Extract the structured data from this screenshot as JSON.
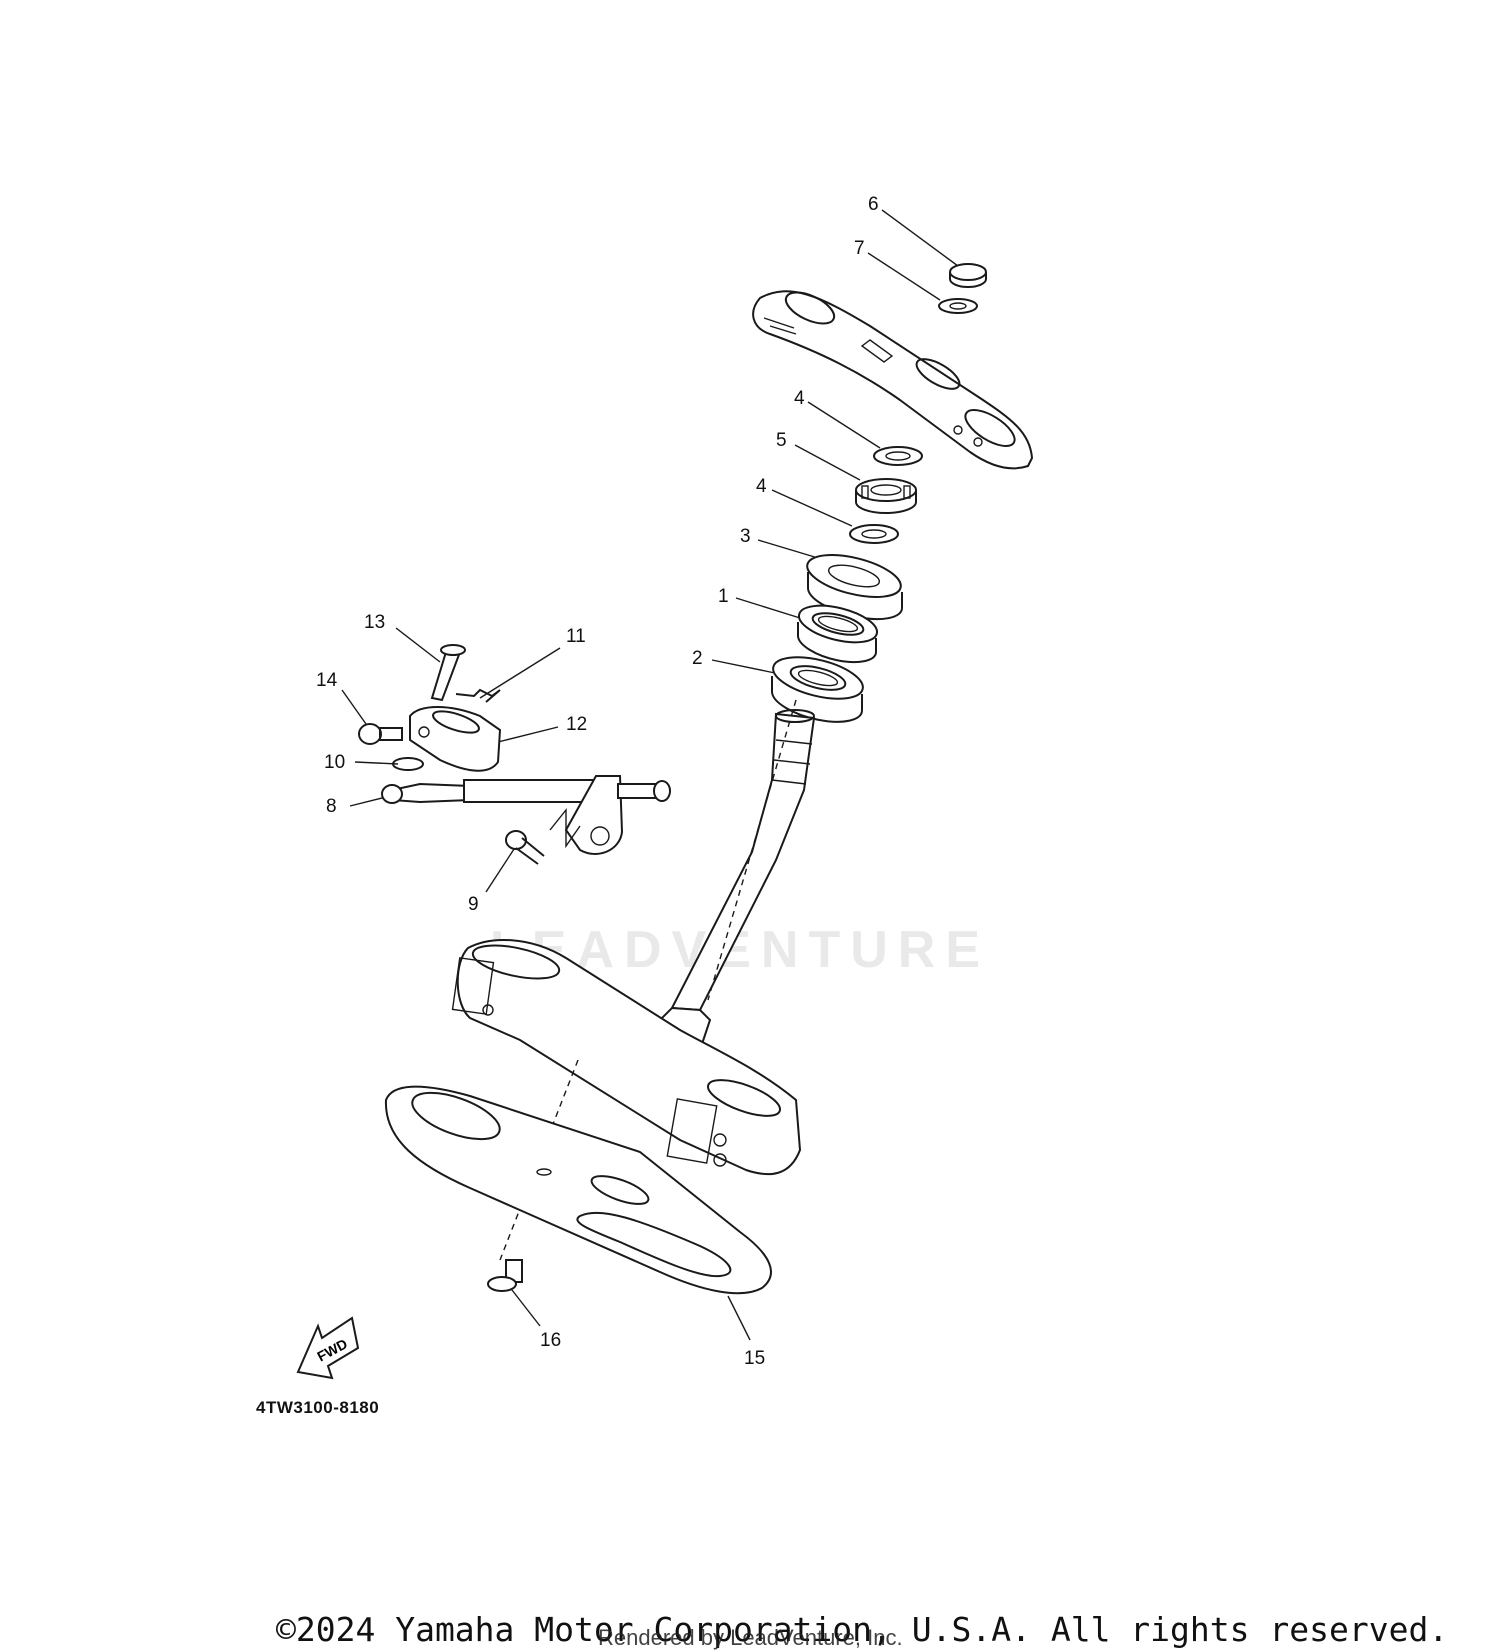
{
  "diagram": {
    "drawing_code": "4TW3100-8180",
    "fwd_label": "FWD",
    "watermark": "LEADVENTURE",
    "copyright": "©2024 Yamaha Motor Corporation, U.S.A. All rights reserved.",
    "rendered_by": "Rendered by LeadVenture, Inc.",
    "callouts": [
      {
        "id": "c6",
        "label": "6"
      },
      {
        "id": "c7",
        "label": "7"
      },
      {
        "id": "c4a",
        "label": "4"
      },
      {
        "id": "c5",
        "label": "5"
      },
      {
        "id": "c4b",
        "label": "4"
      },
      {
        "id": "c3",
        "label": "3"
      },
      {
        "id": "c1",
        "label": "1"
      },
      {
        "id": "c2",
        "label": "2"
      },
      {
        "id": "c13",
        "label": "13"
      },
      {
        "id": "c11",
        "label": "11"
      },
      {
        "id": "c14",
        "label": "14"
      },
      {
        "id": "c12",
        "label": "12"
      },
      {
        "id": "c10",
        "label": "10"
      },
      {
        "id": "c8",
        "label": "8"
      },
      {
        "id": "c9",
        "label": "9"
      },
      {
        "id": "c16",
        "label": "16"
      },
      {
        "id": "c15",
        "label": "15"
      }
    ]
  }
}
